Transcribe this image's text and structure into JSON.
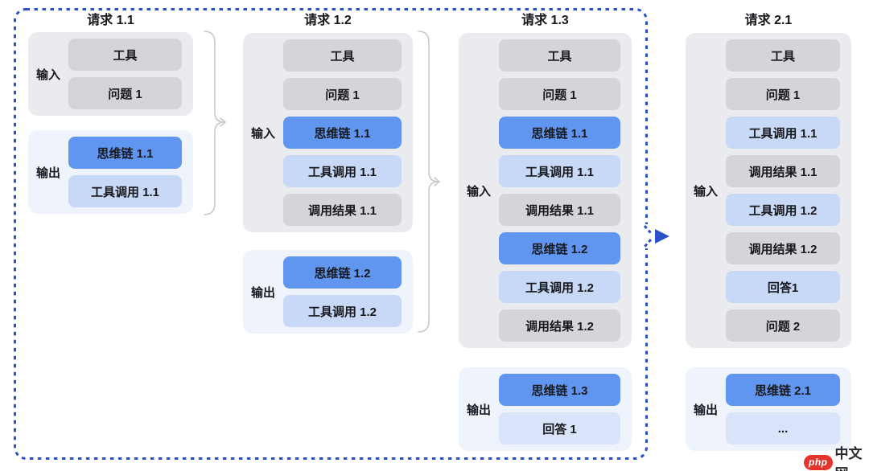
{
  "colors": {
    "accent": "#2b50c7",
    "cot": "#6096ef",
    "toolcall": "#c8d9f8",
    "answer": "#d9e4fb",
    "context": "#d3d5d9",
    "inputbg": "#e9ebef",
    "outputbg": "#eef3fc",
    "brace": "#c7c9cd",
    "ink": "#17181c",
    "red": "#e5342c"
  },
  "columns": [
    {
      "title": "请求 1.1",
      "input": {
        "label": "输入",
        "items": [
          {
            "text": "工具",
            "type": "gray"
          },
          {
            "text": "问题 1",
            "type": "gray"
          }
        ]
      },
      "output": {
        "label": "输出",
        "items": [
          {
            "text": "思维链 1.1",
            "type": "blue"
          },
          {
            "text": "工具调用 1.1",
            "type": "light"
          }
        ]
      }
    },
    {
      "title": "请求 1.2",
      "input": {
        "label": "输入",
        "items": [
          {
            "text": "工具",
            "type": "gray"
          },
          {
            "text": "问题 1",
            "type": "gray"
          },
          {
            "text": "思维链 1.1",
            "type": "blue"
          },
          {
            "text": "工具调用 1.1",
            "type": "light"
          },
          {
            "text": "调用结果 1.1",
            "type": "gray"
          }
        ]
      },
      "output": {
        "label": "输出",
        "items": [
          {
            "text": "思维链 1.2",
            "type": "blue"
          },
          {
            "text": "工具调用 1.2",
            "type": "light"
          }
        ]
      }
    },
    {
      "title": "请求 1.3",
      "input": {
        "label": "输入",
        "items": [
          {
            "text": "工具",
            "type": "gray"
          },
          {
            "text": "问题 1",
            "type": "gray"
          },
          {
            "text": "思维链 1.1",
            "type": "blue"
          },
          {
            "text": "工具调用 1.1",
            "type": "light"
          },
          {
            "text": "调用结果 1.1",
            "type": "gray"
          },
          {
            "text": "思维链 1.2",
            "type": "blue"
          },
          {
            "text": "工具调用 1.2",
            "type": "light"
          },
          {
            "text": "调用结果 1.2",
            "type": "gray"
          }
        ]
      },
      "output": {
        "label": "输出",
        "items": [
          {
            "text": "思维链 1.3",
            "type": "blue"
          },
          {
            "text": "回答 1",
            "type": "lighter"
          }
        ]
      }
    },
    {
      "title": "请求 2.1",
      "input": {
        "label": "输入",
        "items": [
          {
            "text": "工具",
            "type": "gray"
          },
          {
            "text": "问题 1",
            "type": "gray"
          },
          {
            "text": "工具调用 1.1",
            "type": "light"
          },
          {
            "text": "调用结果 1.1",
            "type": "gray"
          },
          {
            "text": "工具调用 1.2",
            "type": "light"
          },
          {
            "text": "调用结果 1.2",
            "type": "gray"
          },
          {
            "text": "回答1",
            "type": "light"
          },
          {
            "text": "问题 2",
            "type": "gray"
          }
        ]
      },
      "output": {
        "label": "输出",
        "items": [
          {
            "text": "思维链 2.1",
            "type": "blue"
          },
          {
            "text": "...",
            "type": "lighter"
          }
        ]
      }
    }
  ],
  "watermark": {
    "badge": "php",
    "text": "中文网"
  }
}
